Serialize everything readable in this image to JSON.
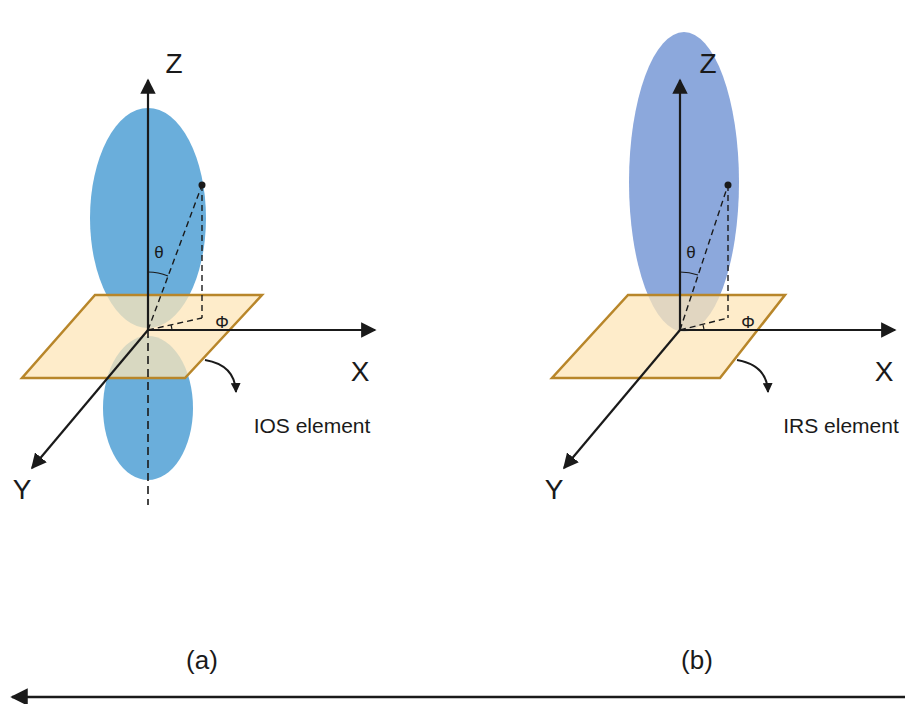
{
  "diagram": {
    "labels": [
      "Z",
      "θ",
      "Φ",
      "X",
      "Y",
      "IOS element",
      "Z",
      "θ",
      "Φ",
      "X",
      "Y",
      "IRS element",
      "(a)",
      "(b)"
    ]
  }
}
